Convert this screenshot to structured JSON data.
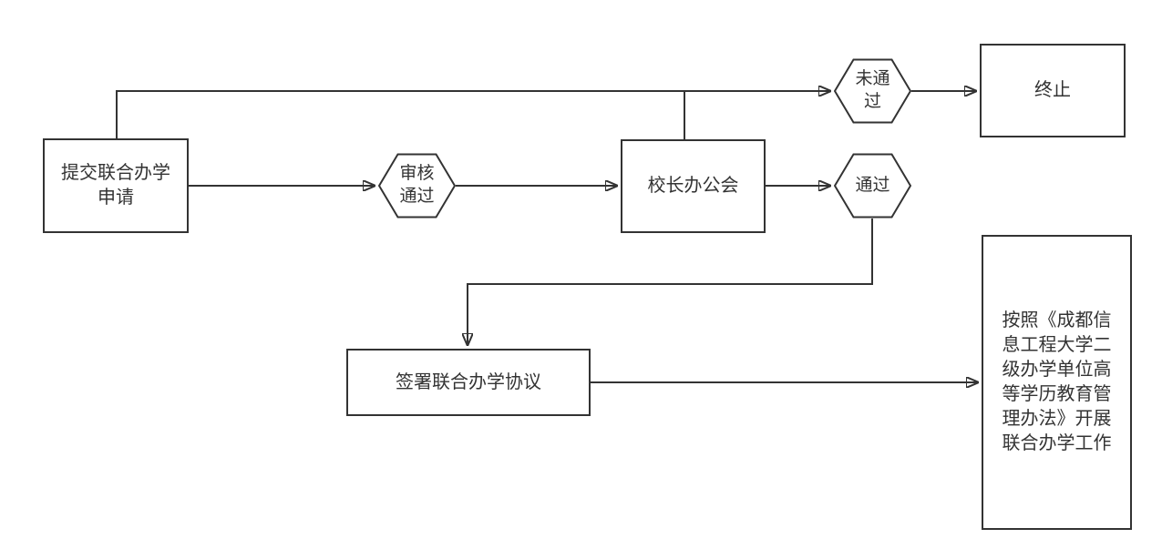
{
  "diagram": {
    "type": "flowchart",
    "colors": {
      "background": "#ffffff",
      "stroke": "#333333",
      "text": "#333333",
      "node_fill": "#ffffff"
    },
    "nodes": {
      "submit": {
        "label": "提交联合办学\n申请",
        "shape": "rect"
      },
      "review": {
        "label": "审核\n通过",
        "shape": "hexagon"
      },
      "meeting": {
        "label": "校长办公会",
        "shape": "rect"
      },
      "not_passed": {
        "label": "未通\n过",
        "shape": "hexagon"
      },
      "terminate": {
        "label": "终止",
        "shape": "rect"
      },
      "passed": {
        "label": "通过",
        "shape": "hexagon"
      },
      "sign": {
        "label": "签署联合办学协议",
        "shape": "rect"
      },
      "policy": {
        "label": "按照《成都信\n息工程大学二\n级办学单位高\n等学历教育管\n理办法》开展\n联合办学工作",
        "shape": "rect"
      }
    },
    "edges": [
      {
        "from": "submit",
        "to": "review"
      },
      {
        "from": "review",
        "to": "meeting"
      },
      {
        "from": "meeting",
        "to": "passed"
      },
      {
        "from": "submit",
        "to": "not_passed"
      },
      {
        "from": "meeting",
        "to": "not_passed"
      },
      {
        "from": "not_passed",
        "to": "terminate"
      },
      {
        "from": "passed",
        "to": "sign"
      },
      {
        "from": "sign",
        "to": "policy"
      }
    ]
  }
}
